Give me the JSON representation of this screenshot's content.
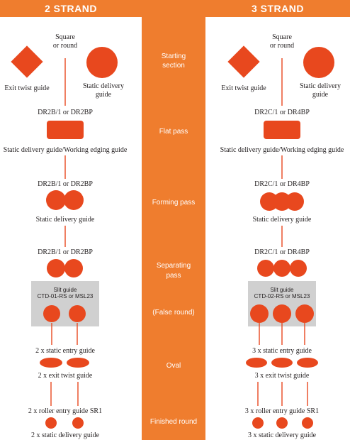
{
  "colors": {
    "accent": "#ef7d2e",
    "shape": "#e8481e",
    "guide_box": "#d0d0d0",
    "text": "#231f20"
  },
  "headers": {
    "left": "2 STRAND",
    "right": "3 STRAND"
  },
  "stages": [
    [
      "Starting",
      "section"
    ],
    [
      "Flat pass"
    ],
    [
      "Forming pass"
    ],
    [
      "Separating",
      "pass"
    ],
    [
      "(False round)"
    ],
    [
      "Oval"
    ],
    [
      "Finished round"
    ]
  ],
  "two_strand": {
    "start_top": [
      "Square",
      "or round"
    ],
    "exit_twist_guide": "Exit twist guide",
    "static_delivery_guide": [
      "Static delivery",
      "guide"
    ],
    "flat_mill": "DR2B/1 or DR2BP",
    "flat_guide": "Static delivery guide/Working edging guide",
    "forming_mill": "DR2B/1 or DR2BP",
    "forming_guide": "Static delivery guide",
    "separating_mill": "DR2B/1 or DR2BP",
    "slit_guide": [
      "Slit guide",
      "CTD-01-RS or MSL23"
    ],
    "oval_entry": "2 x static entry guide",
    "oval_exit": "2 x exit twist guide",
    "finish_entry": "2 x roller entry guide SR1",
    "finish_delivery": "2 x static delivery guide"
  },
  "three_strand": {
    "start_top": [
      "Square",
      "or round"
    ],
    "exit_twist_guide": "Exit twist guide",
    "static_delivery_guide": [
      "Static delivery",
      "guide"
    ],
    "flat_mill": "DR2C/1 or DR4BP",
    "flat_guide": "Static delivery guide/Working edging guide",
    "forming_mill": "DR2C/1 or DR4BP",
    "forming_guide": "Static delivery guide",
    "separating_mill": "DR2C/1 or DR4BP",
    "slit_guide": [
      "Slit guide",
      "CTD-02-RS or MSL23"
    ],
    "oval_entry": "3 x static entry guide",
    "oval_exit": "3 x exit twist guide",
    "finish_entry": "3 x roller entry guide SR1",
    "finish_delivery": "3 x static delivery guide"
  }
}
